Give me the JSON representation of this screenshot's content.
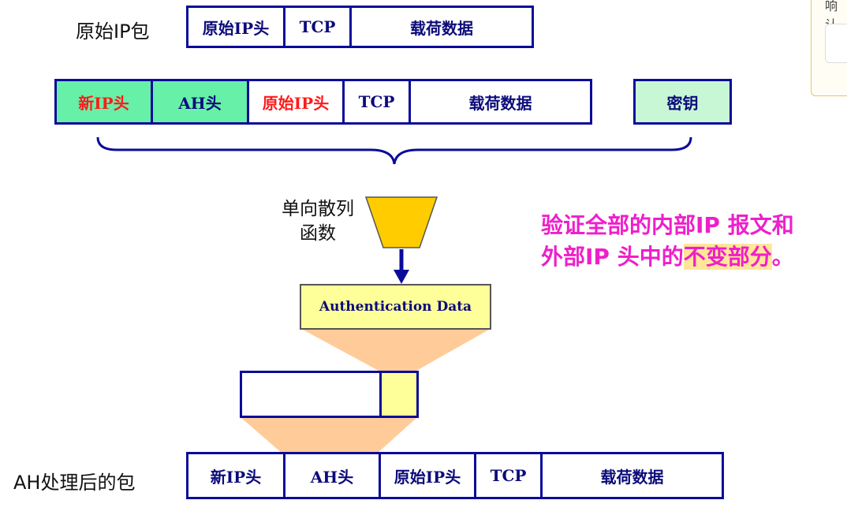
{
  "original_packet": {
    "label": "原始IP包",
    "cells": [
      "原始IP头",
      "TCP",
      "载荷数据"
    ]
  },
  "auth_input": {
    "cells": [
      "新IP头",
      "AH头",
      "原始IP头",
      "TCP",
      "载荷数据"
    ],
    "key_label": "密钥"
  },
  "hash": {
    "label_line1": "单向散列",
    "label_line2": "函数"
  },
  "auth_data": {
    "label": "Authentication Data"
  },
  "note": {
    "line1": "验证全部的内部IP 报文和",
    "line2_prefix": "外部IP 头中的",
    "line2_highlight": "不变部分",
    "line2_suffix": "。"
  },
  "result_packet": {
    "label": "AH处理后的包",
    "cells": [
      "新IP头",
      "AH头",
      "原始IP头",
      "TCP",
      "载荷数据"
    ]
  },
  "corner": {
    "text": "响认"
  },
  "colors": {
    "box_border": "#0b0b9a",
    "green_fill": "#66f0a8",
    "key_fill": "#c8f7d6",
    "hash_fill": "#ffcc00",
    "auth_fill": "#ffff99",
    "funnel_fill": "#ffcc99",
    "note_color": "#ee1fc9"
  }
}
